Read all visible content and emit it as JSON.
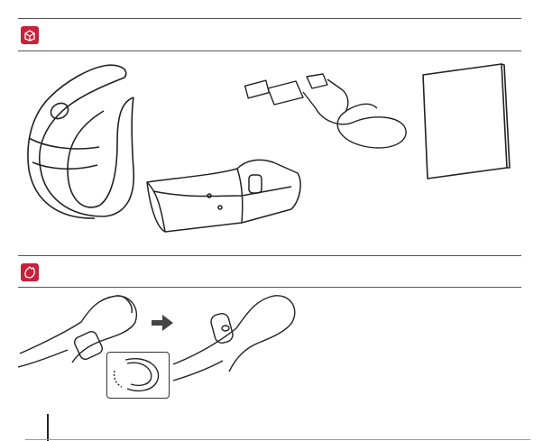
{
  "colors": {
    "accent": "#c8213a",
    "rule": "#555555",
    "line_art": "#222222"
  },
  "sections": [
    {
      "id": "package-contents",
      "icon": "box-icon"
    },
    {
      "id": "wearing-the-device",
      "icon": "hand-icon"
    }
  ],
  "illustrations": [
    "wristband-device",
    "charging-cradle",
    "usb-cable",
    "user-manual-booklet",
    "wrist-before",
    "arrow-right",
    "band-open-detail",
    "wrist-wearing-band"
  ]
}
